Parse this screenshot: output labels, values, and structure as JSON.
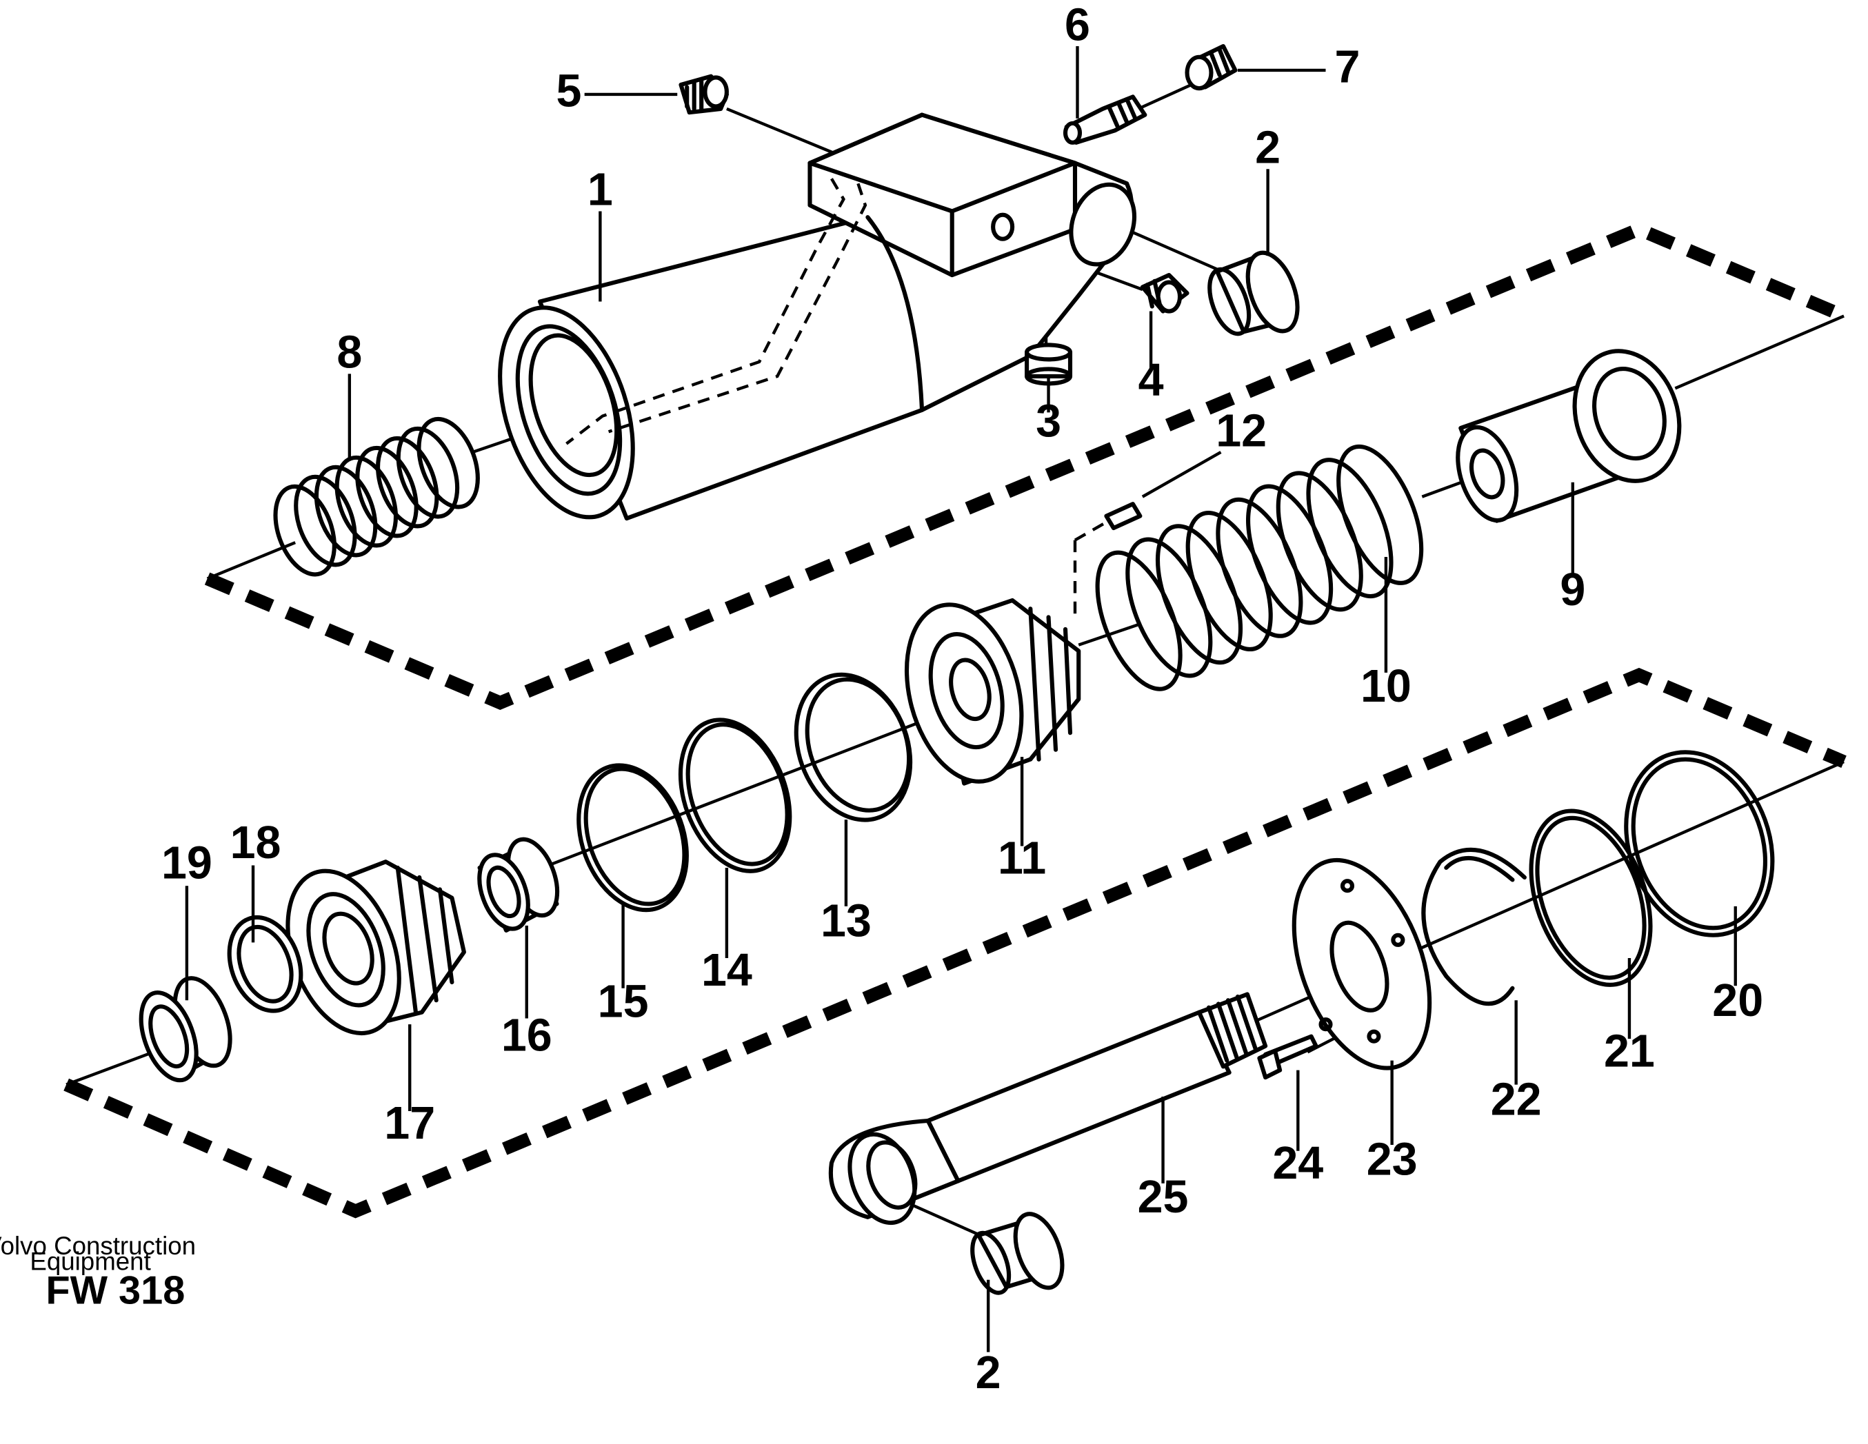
{
  "brand": {
    "line1": "Volvo Construction",
    "line2": "Equipment"
  },
  "figure_code": "FW 318",
  "callouts": {
    "c1": "1",
    "c2a": "2",
    "c2b": "2",
    "c3": "3",
    "c4": "4",
    "c5": "5",
    "c6": "6",
    "c7": "7",
    "c8": "8",
    "c9": "9",
    "c10": "10",
    "c11": "11",
    "c12": "12",
    "c13": "13",
    "c14": "14",
    "c15": "15",
    "c16": "16",
    "c17": "17",
    "c18": "18",
    "c19": "19",
    "c20": "20",
    "c21": "21",
    "c22": "22",
    "c23": "23",
    "c24": "24",
    "c25": "25"
  }
}
